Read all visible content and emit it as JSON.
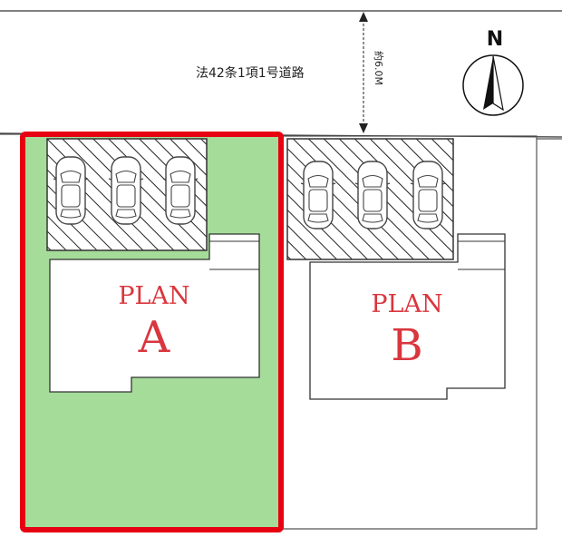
{
  "road": {
    "label": "法42条1項1号道路",
    "width_label": "約6.0M"
  },
  "compass": {
    "label": "N"
  },
  "plans": [
    {
      "name": "PLAN",
      "letter": "A",
      "highlighted": true,
      "parking_spaces": 3
    },
    {
      "name": "PLAN",
      "letter": "B",
      "highlighted": false,
      "parking_spaces": 3
    }
  ],
  "colors": {
    "plan_text": "#d9363e",
    "highlight_border": "#e60012",
    "highlight_fill": "#a5dc9a"
  }
}
